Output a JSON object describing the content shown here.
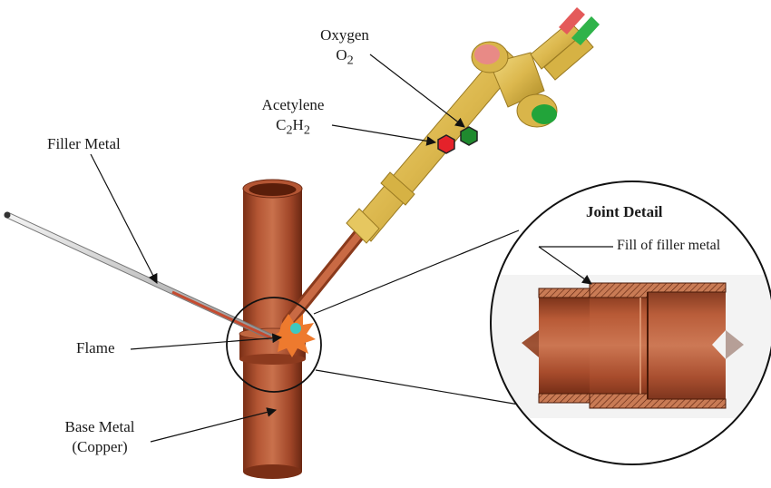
{
  "labels": {
    "oxygen": "Oxygen",
    "oxygen_formula": "O",
    "oxygen_sub": "2",
    "acetylene": "Acetylene",
    "acetylene_c": "C",
    "acetylene_c_sub": "2",
    "acetylene_h": "H",
    "acetylene_h_sub": "2",
    "filler_metal": "Filler Metal",
    "flame": "Flame",
    "base_metal": "Base Metal",
    "base_metal_material": "(Copper)",
    "joint_detail": "Joint Detail",
    "fill_of_filler_metal": "Fill of filler metal"
  },
  "colors": {
    "copper_light": "#c66a44",
    "copper_mid": "#a54a2a",
    "copper_dark": "#6e2a14",
    "torch_body": "#e2c25c",
    "torch_shadow": "#b8962e",
    "oxygen_valve": "#22a43a",
    "acetylene_valve": "#e5222a",
    "flame": "#ee7a2e",
    "flame_core": "#3ec8c0",
    "hose_red": "#e45a5a",
    "hose_green": "#2fb34a"
  },
  "icons": {
    "oxygen_marker": "green-hexagon-icon",
    "acetylene_marker": "red-hexagon-icon"
  }
}
